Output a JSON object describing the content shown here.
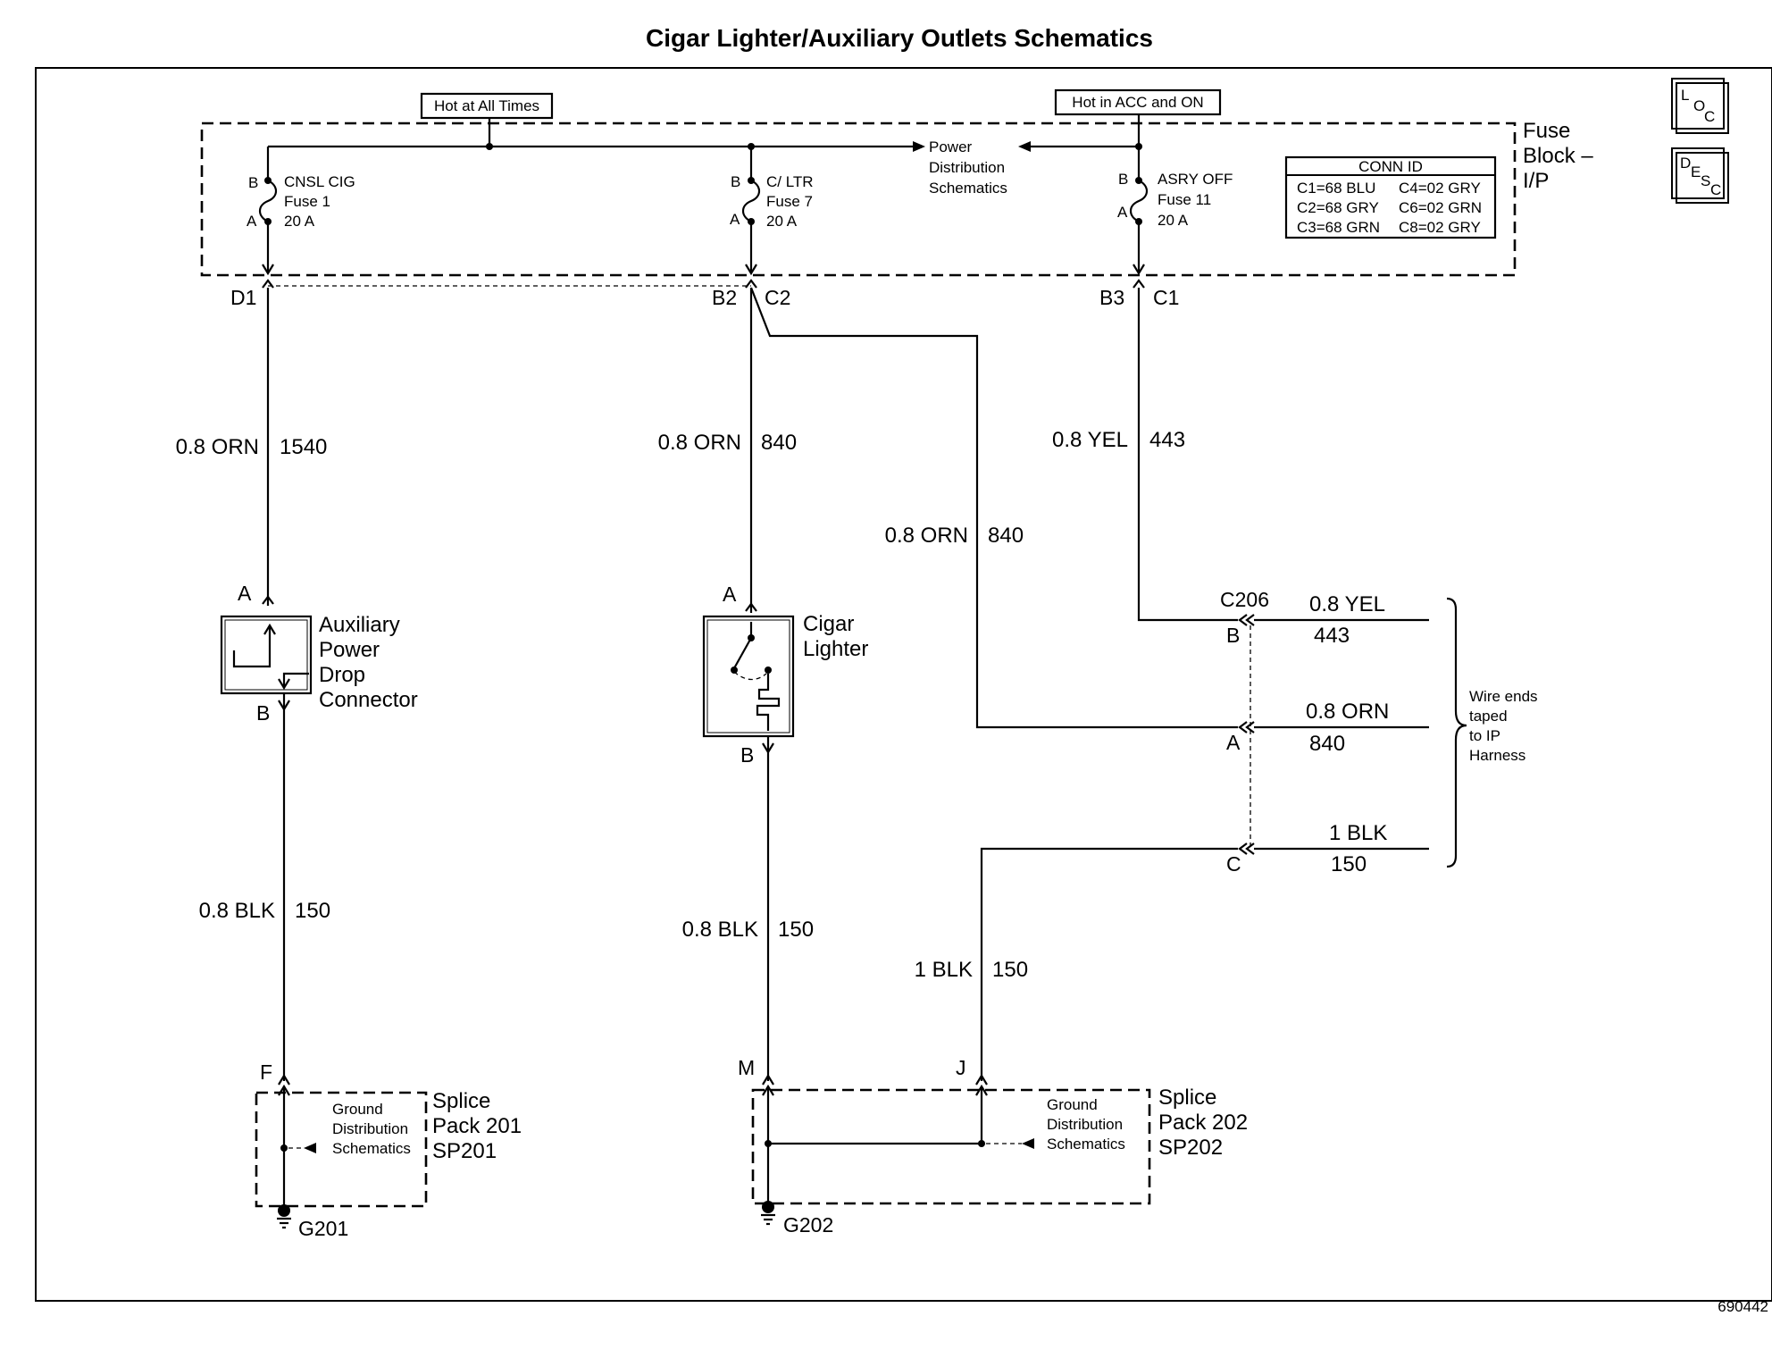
{
  "title": "Cigar Lighter/Auxiliary Outlets Schematics",
  "figure_id": "690442",
  "nav_icons": {
    "loc": {
      "big": "L",
      "sub": "O",
      "sub2": "C"
    },
    "desc": {
      "big": "D",
      "sub": "E",
      "sub2": "S",
      "sub3": "C"
    }
  },
  "fuse_block": {
    "label_line1": "Fuse",
    "label_line2": "Block –",
    "label_line3": "I/P",
    "hot_at_all_times": "Hot at All Times",
    "hot_in_acc_on": "Hot in ACC and ON",
    "power_dist_line1": "Power",
    "power_dist_line2": "Distribution",
    "power_dist_line3": "Schematics",
    "fuses": [
      {
        "name": "CNSL CIG",
        "number": "Fuse 1",
        "rating": "20 A",
        "pin_b": "B",
        "pin_a": "A"
      },
      {
        "name": "C/ LTR",
        "number": "Fuse 7",
        "rating": "20 A",
        "pin_b": "B",
        "pin_a": "A"
      },
      {
        "name": "ASRY OFF",
        "number": "Fuse 11",
        "rating": "20 A",
        "pin_b": "B",
        "pin_a": "A"
      }
    ],
    "conn_id": {
      "header": "CONN ID",
      "rows": [
        [
          "C1=68 BLU",
          "C4=02 GRY"
        ],
        [
          "C2=68 GRY",
          "C6=02 GRN"
        ],
        [
          "C3=68 GRN",
          "C8=02 GRY"
        ]
      ]
    },
    "outputs": [
      {
        "pin": "D1",
        "conn": ""
      },
      {
        "pin": "B2",
        "conn": "C2"
      },
      {
        "pin": "B3",
        "conn": "C1"
      }
    ]
  },
  "wires": [
    {
      "gauge_color": "0.8 ORN",
      "circuit": "1540"
    },
    {
      "gauge_color": "0.8 ORN",
      "circuit": "840"
    },
    {
      "gauge_color": "0.8 ORN",
      "circuit": "840"
    },
    {
      "gauge_color": "0.8 YEL",
      "circuit": "443"
    },
    {
      "gauge_color": "0.8 BLK",
      "circuit": "150"
    },
    {
      "gauge_color": "0.8 BLK",
      "circuit": "150"
    },
    {
      "gauge_color": "1 BLK",
      "circuit": "150"
    }
  ],
  "components": {
    "aux_power": {
      "line1": "Auxiliary",
      "line2": "Power",
      "line3": "Drop",
      "line4": "Connector",
      "pin_top": "A",
      "pin_bottom": "B"
    },
    "cigar_lighter": {
      "line1": "Cigar",
      "line2": "Lighter",
      "pin_top": "A",
      "pin_bottom": "B"
    }
  },
  "connector_c206": {
    "name": "C206",
    "pins": [
      {
        "pin": "B",
        "gauge_color": "0.8 YEL",
        "circuit": "443"
      },
      {
        "pin": "A",
        "gauge_color": "0.8 ORN",
        "circuit": "840"
      },
      {
        "pin": "C",
        "gauge_color": "1 BLK",
        "circuit": "150"
      }
    ],
    "note_line1": "Wire ends",
    "note_line2": "taped",
    "note_line3": "to IP",
    "note_line4": "Harness"
  },
  "splice_packs": [
    {
      "line1": "Splice",
      "line2": "Pack 201",
      "line3": "SP201",
      "pins": [
        "F"
      ],
      "ground": "G201",
      "gd_line1": "Ground",
      "gd_line2": "Distribution",
      "gd_line3": "Schematics"
    },
    {
      "line1": "Splice",
      "line2": "Pack 202",
      "line3": "SP202",
      "pins": [
        "M",
        "J"
      ],
      "ground": "G202",
      "gd_line1": "Ground",
      "gd_line2": "Distribution",
      "gd_line3": "Schematics"
    }
  ]
}
